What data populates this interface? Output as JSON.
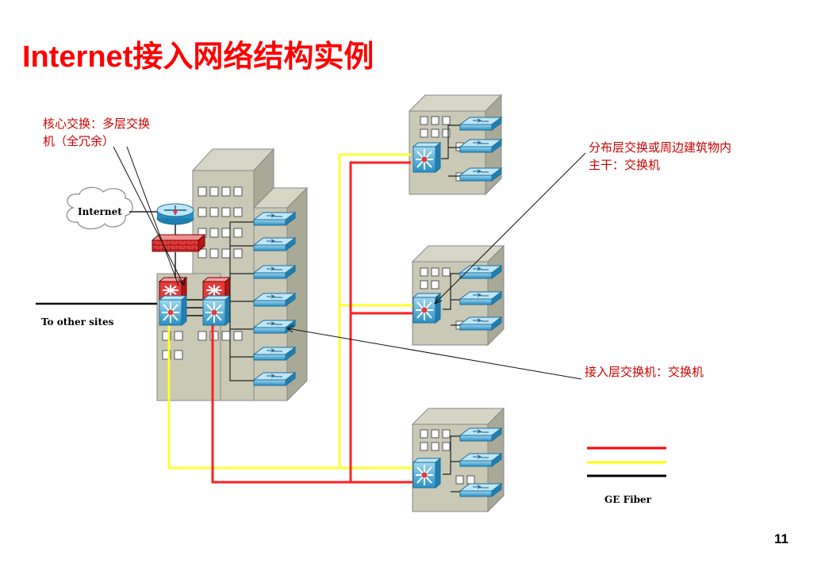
{
  "title": "Internet接入网络结构实例",
  "annotations": {
    "core_line1": "核心交换：多层交换",
    "core_line2": "机（全冗余）",
    "distribution_line1": "分布层交换或周边建筑物内",
    "distribution_line2": "主干：交换机",
    "access": "接入层交换机：交换机"
  },
  "diagram_labels": {
    "internet": "Internet",
    "to_other_sites": "To other sites",
    "legend": "GE Fiber"
  },
  "legend_colors": [
    "#ff0000",
    "#ffff00",
    "#000000"
  ],
  "page_number": "11"
}
